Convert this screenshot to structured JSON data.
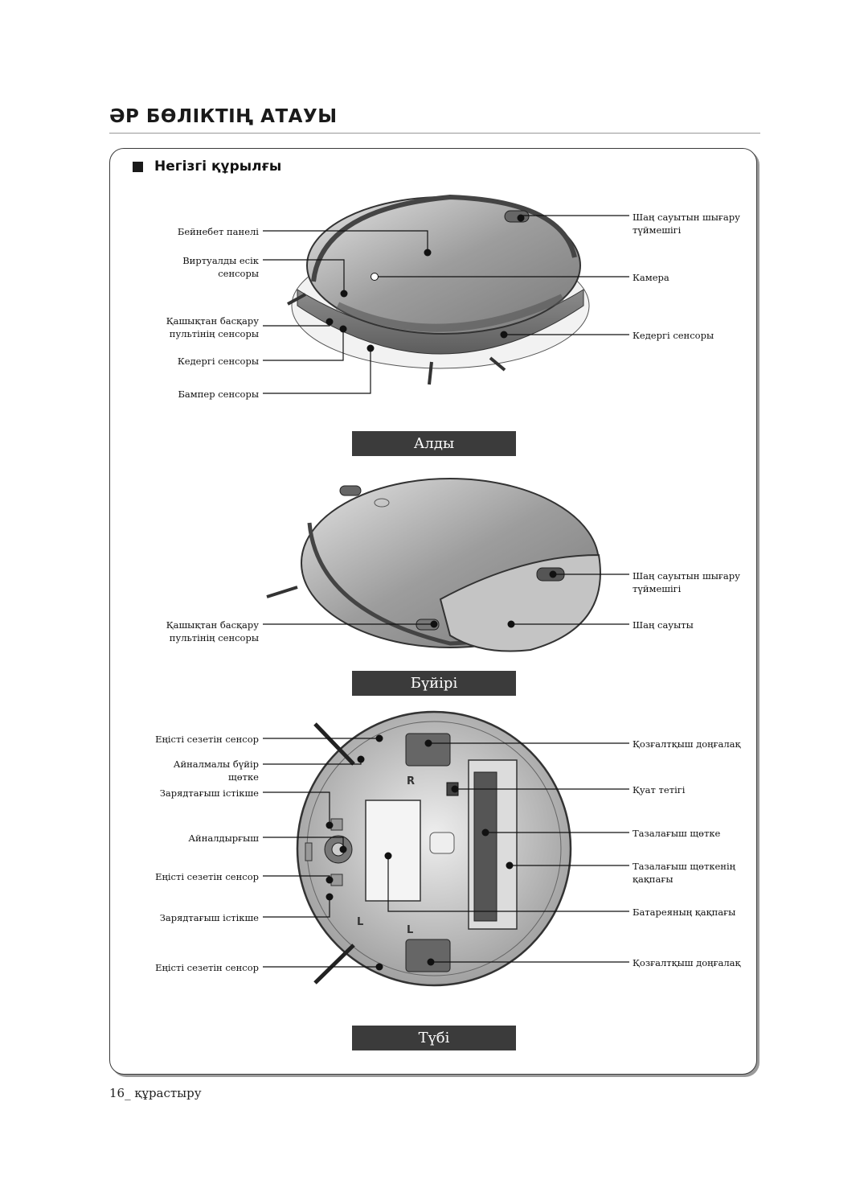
{
  "page_title": "ӘР БӨЛІКТІҢ АТАУЫ",
  "section_title": "Негізгі құрылғы",
  "views": {
    "front": {
      "caption": "Алды",
      "labels_left": [
        "Бейнебет панелі",
        "Виртуалды есік\nсенсоры",
        "Қашықтан басқару\nпультінің сенсоры",
        "Кедергі сенсоры",
        "Бампер сенсоры"
      ],
      "labels_right": [
        "Шаң сауытын шығару\nтүймешігі",
        "Камера",
        "Кедергі сенсоры"
      ]
    },
    "side": {
      "caption": "Бүйірі",
      "labels_left": [
        "Қашықтан басқару\nпультінің сенсоры"
      ],
      "labels_right": [
        "Шаң сауытын шығару\nтүймешігі",
        "Шаң сауыты"
      ]
    },
    "bottom": {
      "caption": "Түбі",
      "labels_left": [
        "Еңісті сезетін сенсор",
        "Айналмалы бүйір\nщөтке",
        "Зарядтағыш істікше",
        "Айналдырғыш",
        "Еңісті сезетін сенсор",
        "Зарядтағыш істікше",
        "Еңісті сезетін сенсор"
      ],
      "labels_right": [
        "Қозғалтқыш доңғалақ",
        "Қуат тетігі",
        "Тазалағыш щөтке",
        "Тазалағыш щөткенің\nқақпағы",
        "Батареяның қақпағы",
        "Қозғалтқыш доңғалақ"
      ],
      "marks": [
        "R",
        "L",
        "L"
      ]
    }
  },
  "footer": {
    "page_number": "16_",
    "section": "құрастыру"
  },
  "colors": {
    "caption_bg": "#3b3b3b",
    "body_grey": "#a9a9a9"
  }
}
